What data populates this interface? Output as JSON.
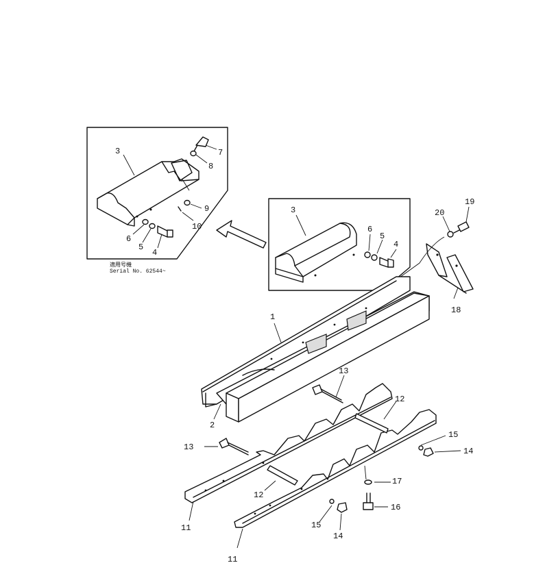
{
  "callouts": {
    "c1": "1",
    "c2": "2",
    "c3_left": "3",
    "c3_mid": "3",
    "c4_left": "4",
    "c4_mid": "4",
    "c5_left": "5",
    "c5_mid": "5",
    "c6_left": "6",
    "c6_mid": "6",
    "c7": "7",
    "c8": "8",
    "c9": "9",
    "c10": "10",
    "c11_a": "11",
    "c11_b": "11",
    "c12_a": "12",
    "c12_b": "12",
    "c13_a": "13",
    "c13_b": "13",
    "c14_a": "14",
    "c14_b": "14",
    "c15_a": "15",
    "c15_b": "15",
    "c16": "16",
    "c17": "17",
    "c18": "18",
    "c19": "19",
    "c20": "20"
  },
  "serial_note": {
    "line1": "適用号機",
    "line2": "Serial No. 62544~"
  }
}
